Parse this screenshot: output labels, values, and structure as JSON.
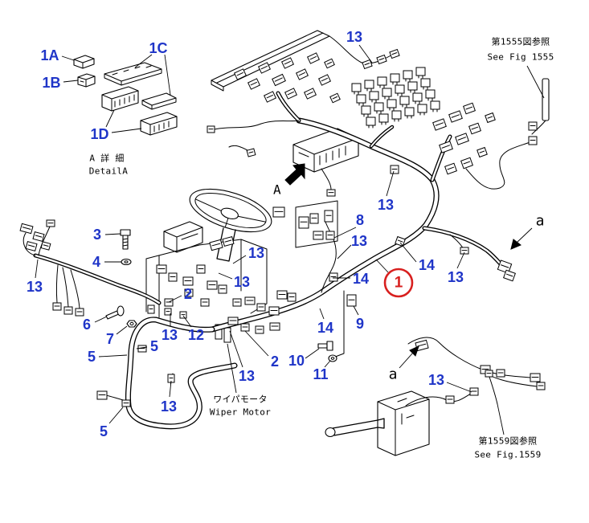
{
  "diagram": {
    "callouts": [
      "13",
      "1A",
      "1C",
      "1B",
      "1D",
      "13",
      "8",
      "3",
      "13",
      "13",
      "4",
      "14",
      "13",
      "13",
      "14",
      "13",
      "2",
      "6",
      "7",
      "9",
      "14",
      "5",
      "13",
      "12",
      "5",
      "2",
      "10",
      "11",
      "13",
      "13",
      "13",
      "5"
    ],
    "highlighted_callout": "1",
    "labels": {
      "detail_a_jp": "A 詳 細",
      "detail_a_en": "DetailA",
      "view_marker": "A",
      "fig_1555_jp": "第1555図参照",
      "fig_1555_en": "See Fig 1555",
      "fig_1559_jp": "第1559図参照",
      "fig_1559_en": "See Fig.1559",
      "wiper_jp": "ワイパモータ",
      "wiper_en": "Wiper Motor",
      "connector_ref_top": "a",
      "connector_ref_bottom": "a"
    },
    "colors": {
      "callout": "#1f35c8",
      "highlight": "#d8201f",
      "line": "#000000",
      "background": "#ffffff"
    }
  }
}
